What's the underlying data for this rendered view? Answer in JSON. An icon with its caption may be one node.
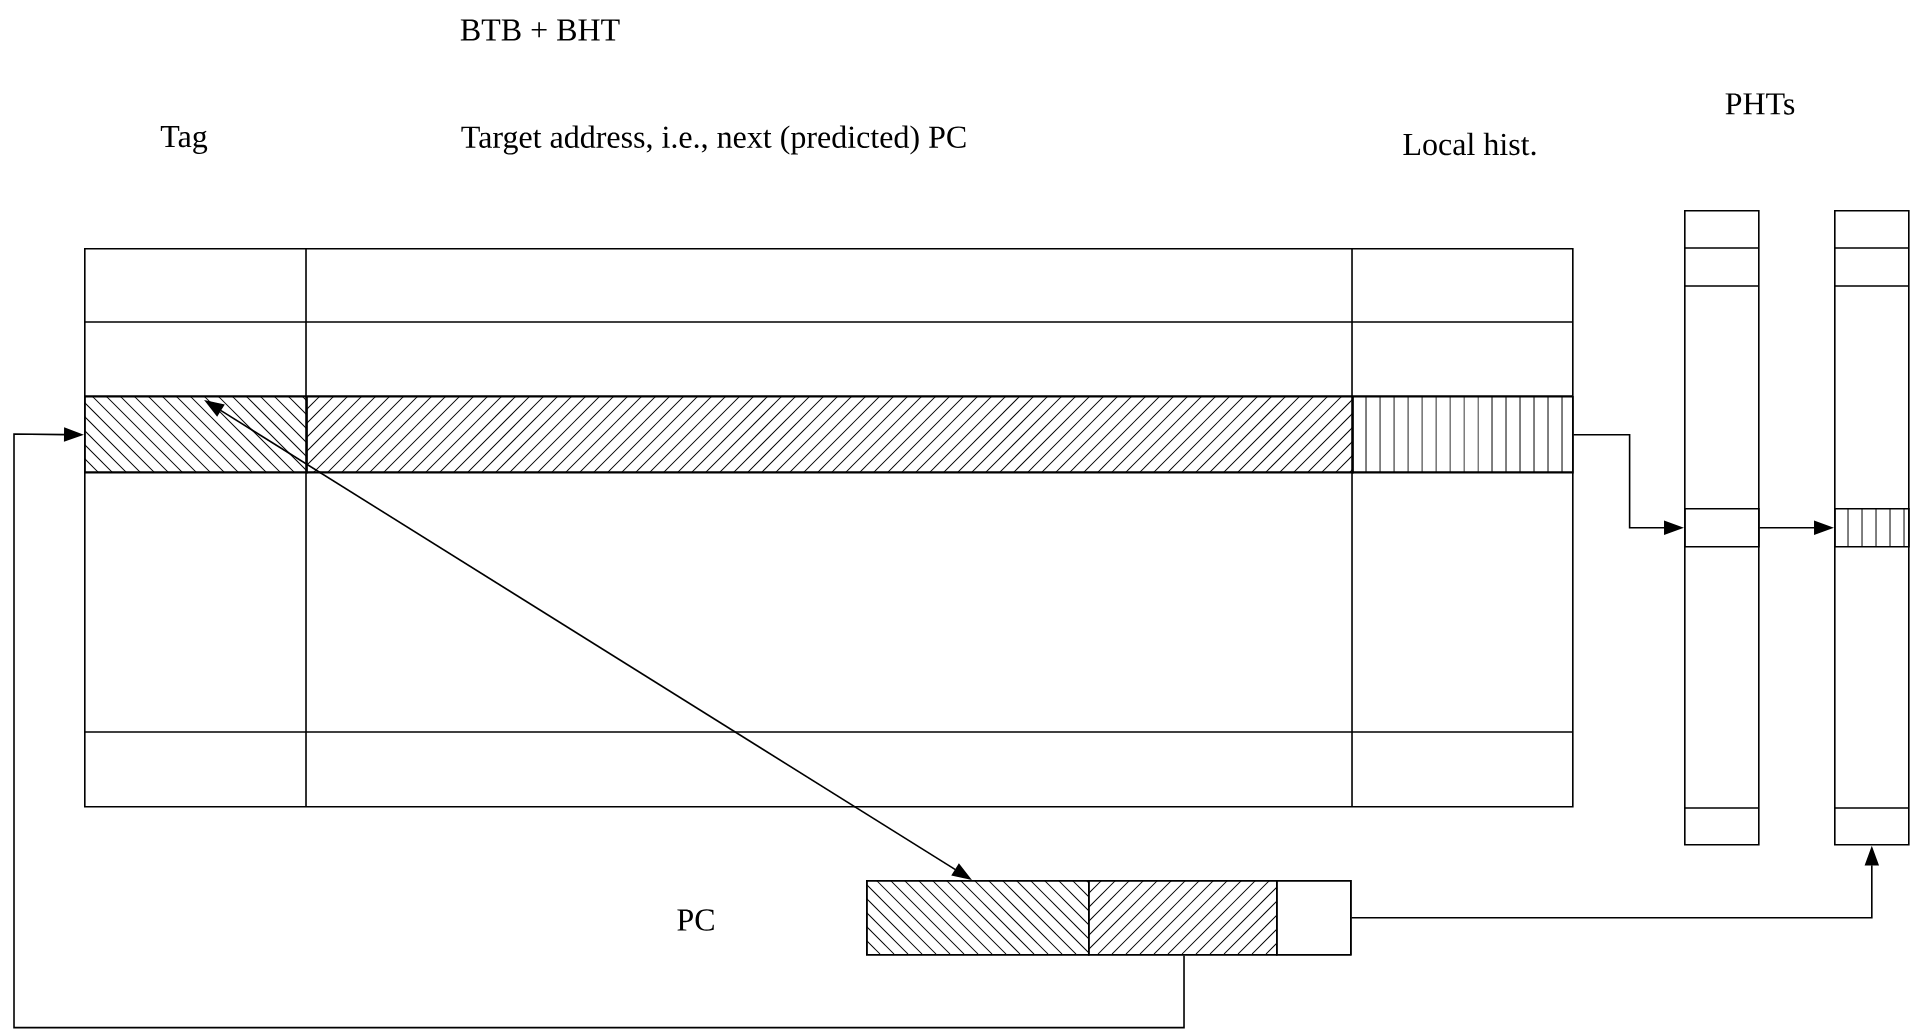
{
  "diagram": {
    "title": "BTB + BHT",
    "nodes": [
      {
        "text": [],
        "shape": "box"
      },
      {
        "text": [],
        "shape": "box",
        "in": 0
      },
      {
        "text": [],
        "shape": "box",
        "in": 0
      },
      {
        "text": [],
        "shape": "box",
        "in": 0
      },
      {
        "text": [],
        "shape": "box"
      },
      {
        "text": [],
        "shape": "box",
        "in": 4
      },
      {
        "text": [],
        "shape": "box"
      },
      {
        "text": [],
        "shape": "box",
        "in": 6
      },
      {
        "text": [],
        "shape": "box"
      },
      {
        "text": [],
        "shape": "box",
        "in": 8
      },
      {
        "text": [],
        "shape": "box",
        "in": 8
      },
      {
        "text": [],
        "shape": "box",
        "in": 8
      }
    ],
    "edges": [
      {
        "from": 10,
        "to": 1,
        "arrow": "to"
      },
      {
        "from": 9,
        "to": 1,
        "arrow": "both"
      },
      {
        "from": 3,
        "to": 5,
        "arrow": "to"
      },
      {
        "from": 5,
        "to": 7,
        "arrow": "to"
      },
      {
        "from": 11,
        "to": 6,
        "arrow": "to"
      }
    ],
    "labels": [
      "Tag",
      "Target address, i.e., next (predicted) PC",
      "Local hist.",
      "PHTs",
      "PC"
    ]
  }
}
